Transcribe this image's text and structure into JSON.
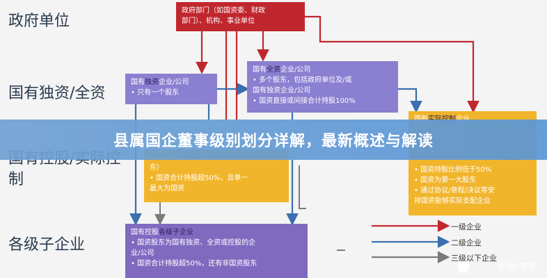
{
  "levels": {
    "gov": "政府单位",
    "sole": "国有独资/全资",
    "control": "国有控股/实际控制",
    "sub": "各级子企业"
  },
  "boxes": {
    "gov_dept": {
      "lines": [
        "政府部门（如国资委、财政",
        "部门）、机构、事业单位"
      ]
    },
    "sole_owned": {
      "title_prefix": "国有",
      "title_hl": "独资",
      "title_suffix": "企业/公司",
      "lines": [
        "•  只有一个股东"
      ]
    },
    "wholly_owned": {
      "title_prefix": "国有",
      "title_hl": "全资",
      "title_suffix": "企业/公司",
      "lines": [
        "•  多个股东，包括政府单位及/或",
        "   国有独资企业/公司",
        "•  国资直接或间接合计持股100%"
      ]
    },
    "actual_control": {
      "title_prefix": "国有",
      "title_hl": "实际控制",
      "title_suffix": "企业",
      "lines": [
        "•  国资持股比例低于50%",
        "•  国资为第一大股东",
        "•  通过协议/章程/决议等安",
        "   排国资能够实际支配企业"
      ]
    },
    "holding": {
      "lines": [
        "东）",
        "•  国资合计持股超50%，且单一",
        "   最大为国资"
      ]
    },
    "subsidiary": {
      "title_prefix": "国有控股",
      "title_hl": "各级子企业",
      "lines": [
        "•  国资股东为国有独资、全资或控股的企",
        "   业/公司",
        "•  国资合计持股超50%，还有非国资股东"
      ]
    }
  },
  "banner": "县属国企董事级别划分详解，最新概述与解读",
  "legend": [
    {
      "label": "一级企业",
      "color": "#c0272d"
    },
    {
      "label": "二级企业",
      "color": "#3a6fb0"
    },
    {
      "label": "三级以下企业",
      "color": "#7a7a7a"
    }
  ],
  "watermark": "金融-廖宇"
}
